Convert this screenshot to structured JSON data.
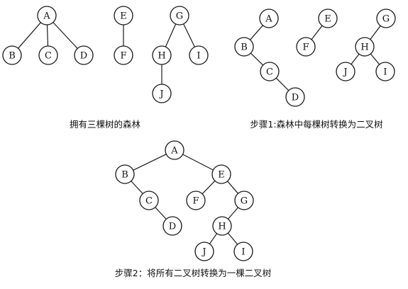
{
  "diagrams": [
    {
      "id": "forest",
      "caption": "拥有三棵树的森林",
      "nodes": [
        {
          "id": "A",
          "label": "A"
        },
        {
          "id": "B",
          "label": "B"
        },
        {
          "id": "C",
          "label": "C"
        },
        {
          "id": "D",
          "label": "D"
        },
        {
          "id": "E",
          "label": "E"
        },
        {
          "id": "F",
          "label": "F"
        },
        {
          "id": "G",
          "label": "G"
        },
        {
          "id": "H",
          "label": "H"
        },
        {
          "id": "I",
          "label": "I"
        },
        {
          "id": "J",
          "label": "J"
        }
      ],
      "edges": [
        [
          "A",
          "B"
        ],
        [
          "A",
          "C"
        ],
        [
          "A",
          "D"
        ],
        [
          "E",
          "F"
        ],
        [
          "G",
          "H"
        ],
        [
          "G",
          "I"
        ],
        [
          "H",
          "J"
        ]
      ]
    },
    {
      "id": "step1",
      "caption": "步骤1:森林中每棵树转换为二叉树",
      "nodes": [
        {
          "id": "A",
          "label": "A"
        },
        {
          "id": "B",
          "label": "B"
        },
        {
          "id": "C",
          "label": "C"
        },
        {
          "id": "D",
          "label": "D"
        },
        {
          "id": "E",
          "label": "E"
        },
        {
          "id": "F",
          "label": "F"
        },
        {
          "id": "G",
          "label": "G"
        },
        {
          "id": "H",
          "label": "H"
        },
        {
          "id": "J",
          "label": "J"
        },
        {
          "id": "I",
          "label": "I"
        }
      ],
      "edges": [
        [
          "A",
          "B"
        ],
        [
          "B",
          "C"
        ],
        [
          "C",
          "D"
        ],
        [
          "E",
          "F"
        ],
        [
          "G",
          "H"
        ],
        [
          "H",
          "J"
        ],
        [
          "H",
          "I"
        ]
      ]
    },
    {
      "id": "step2",
      "caption": "步骤2：将所有二叉树转换为一棵二叉树",
      "nodes": [
        {
          "id": "A",
          "label": "A"
        },
        {
          "id": "B",
          "label": "B"
        },
        {
          "id": "C",
          "label": "C"
        },
        {
          "id": "D",
          "label": "D"
        },
        {
          "id": "E",
          "label": "E"
        },
        {
          "id": "F",
          "label": "F"
        },
        {
          "id": "G",
          "label": "G"
        },
        {
          "id": "H",
          "label": "H"
        },
        {
          "id": "J",
          "label": "J"
        },
        {
          "id": "I",
          "label": "I"
        }
      ],
      "edges": [
        [
          "A",
          "B"
        ],
        [
          "A",
          "E"
        ],
        [
          "B",
          "C"
        ],
        [
          "C",
          "D"
        ],
        [
          "E",
          "F"
        ],
        [
          "E",
          "G"
        ],
        [
          "G",
          "H"
        ],
        [
          "H",
          "J"
        ],
        [
          "H",
          "I"
        ]
      ]
    }
  ]
}
